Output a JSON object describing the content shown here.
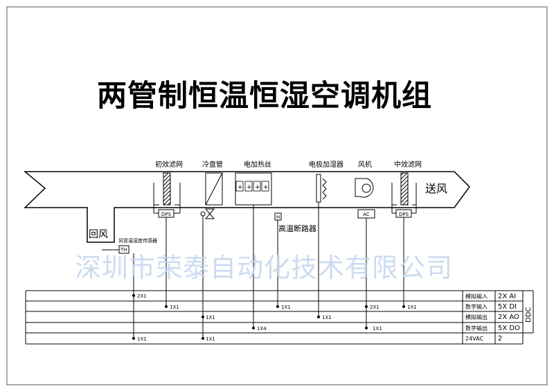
{
  "title": "两管制恒温恒湿空调机组",
  "watermark": "深圳市荣泰自动化技术有限公司",
  "air": {
    "return_air": "回风",
    "supply_air": "送风"
  },
  "components": {
    "primary_filter": "初效滤网",
    "cooling_coil": "冷盘管",
    "electric_heater": "电加热丝",
    "electrode_humidifier": "电极加湿器",
    "fan": "风机",
    "medium_filter": "中效滤网"
  },
  "devices": {
    "dps_1": "DPS",
    "dps_2": "DPS",
    "ac": "AC",
    "th": "TH",
    "h": "H",
    "duct_sensor": "风管温湿度传感器",
    "high_temp_breaker": "高温断路器"
  },
  "wiring_labels": {
    "th_ai": "2X1",
    "th_24vac": "1X1",
    "dps1_di": "1X1",
    "valve_ao": "1X1",
    "valve_24vac": "1X1",
    "heater_do": "1X4",
    "breaker_di": "1X1",
    "humidifier_ao": "1X1",
    "ac_di": "2X1",
    "fan_do": "1X1",
    "dps2_di": "1X1"
  },
  "io_table": {
    "rows": [
      {
        "label": "模拟输入",
        "value": "2X AI"
      },
      {
        "label": "数字输入",
        "value": "5X DI"
      },
      {
        "label": "模拟输出",
        "value": "2X AO"
      },
      {
        "label": "数字输出",
        "value": "5X DO"
      },
      {
        "label": "24VAC",
        "value": "2"
      }
    ],
    "controller": "DDC"
  }
}
